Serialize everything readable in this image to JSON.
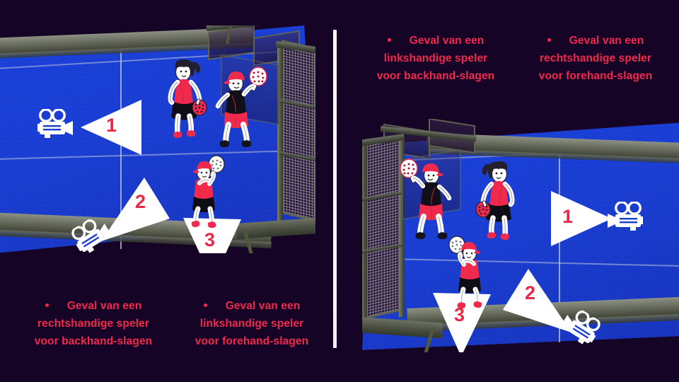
{
  "page": {
    "background_color": "#150425",
    "accent_text_color": "#f2284e",
    "number_color": "#e8294a",
    "court_color": "#1a3ed2",
    "frame_color": "#5c6152"
  },
  "divider": {
    "name": "vertical-white-divider"
  },
  "panels": {
    "left": {
      "captions": [
        {
          "bullet": "•",
          "lines": [
            "Geval van een",
            "rechtshandige speler",
            "voor backhand-slagen"
          ]
        },
        {
          "bullet": "•",
          "lines": [
            "Geval van een",
            "linkshandige speler",
            "voor forehand-slagen"
          ]
        }
      ],
      "cameras": [
        {
          "label": "1",
          "icon": "movie-camera-icon",
          "direction": "right"
        },
        {
          "label": "2",
          "icon": "movie-camera-icon",
          "direction": "up-right"
        },
        {
          "label": "3",
          "icon": "movie-camera-icon",
          "direction": "up"
        }
      ],
      "players": [
        {
          "name": "player-woman-red-top",
          "racket_color": "#ef2a4d"
        },
        {
          "name": "player-black-shirt-red-shorts",
          "racket_color": "#ffffff"
        },
        {
          "name": "player-red-shirt-cap",
          "racket_color": "#ffffff"
        }
      ]
    },
    "right": {
      "captions": [
        {
          "bullet": "•",
          "lines": [
            "Geval van een",
            "linkshandige speler",
            "voor backhand-slagen"
          ]
        },
        {
          "bullet": "•",
          "lines": [
            "Geval van een",
            "rechtshandige speler",
            "voor forehand-slagen"
          ]
        }
      ],
      "cameras": [
        {
          "label": "1",
          "icon": "movie-camera-icon",
          "direction": "left"
        },
        {
          "label": "2",
          "icon": "movie-camera-icon",
          "direction": "up-left"
        },
        {
          "label": "3",
          "icon": "movie-camera-icon",
          "direction": "up"
        }
      ],
      "players": [
        {
          "name": "player-black-shirt-red-shorts",
          "racket_color": "#ffffff"
        },
        {
          "name": "player-woman-red-top",
          "racket_color": "#ef2a4d"
        },
        {
          "name": "player-red-shirt-cap",
          "racket_color": "#ffffff"
        }
      ]
    }
  }
}
